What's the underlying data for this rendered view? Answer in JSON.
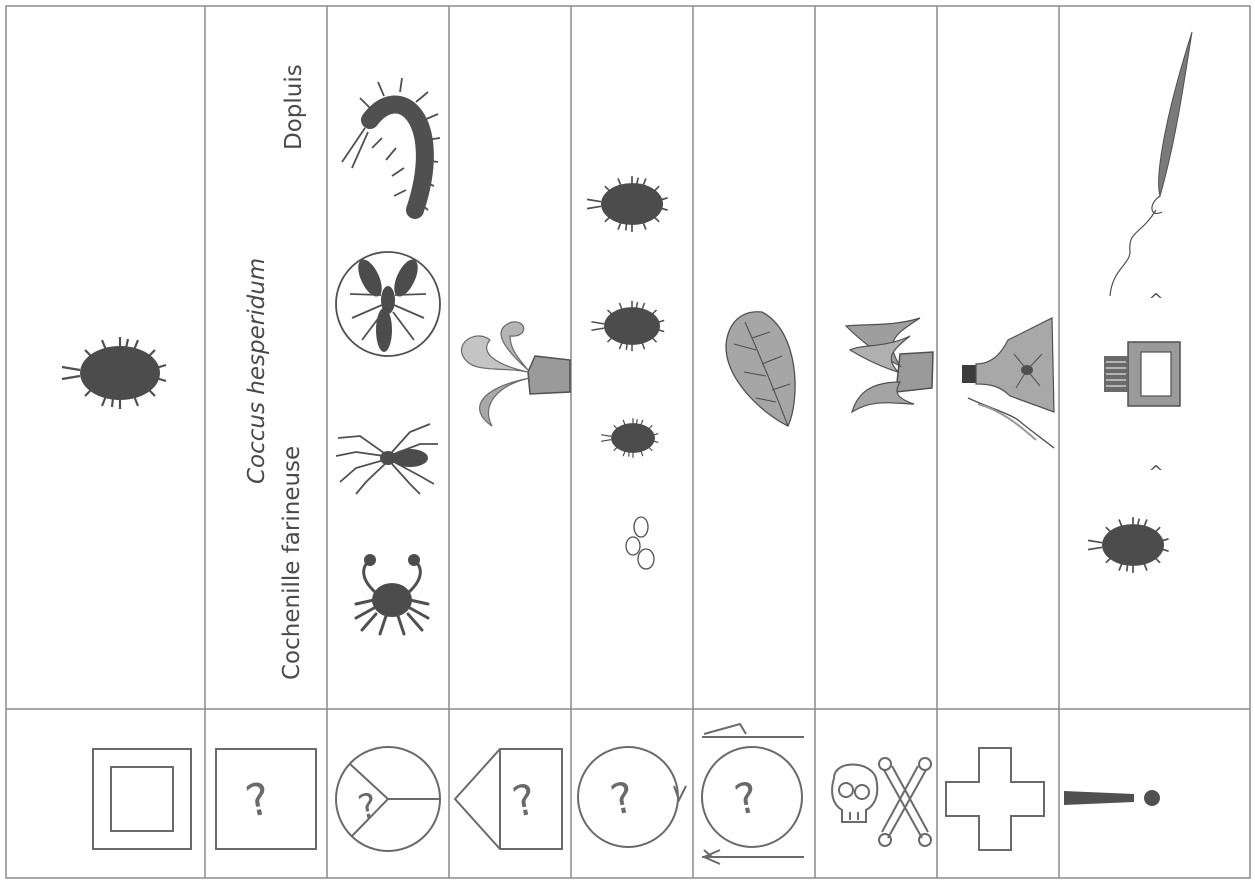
{
  "labels": {
    "dopluis": "Dopluis",
    "latin_name": "Coccus hesperidum",
    "common_name": "Cochenille farineuse"
  },
  "symbols": {
    "question_mark": "?",
    "caret": "^"
  },
  "colors": {
    "ink": "#505050",
    "line": "#8a8a8a",
    "grey_fill": "#9a9a9a",
    "light_fill": "#c8c8c8",
    "background": "#ffffff"
  }
}
